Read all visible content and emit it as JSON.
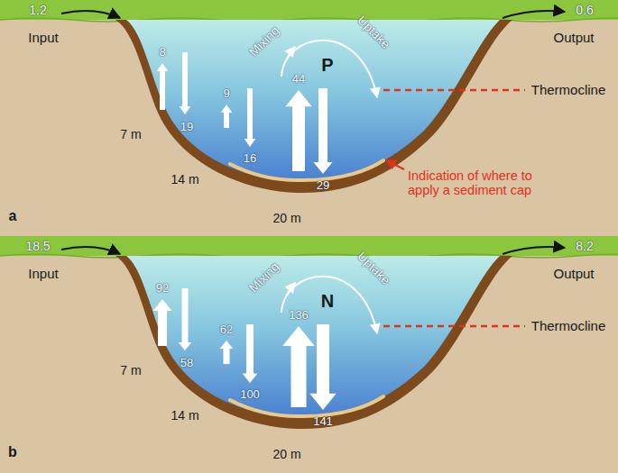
{
  "diagram": {
    "labels": [
      "1.2",
      "0.6",
      "Input",
      "Output",
      "Mixing",
      "Uptake",
      "P",
      "Thermocline",
      "8",
      "9",
      "44",
      "19",
      "16",
      "29",
      "7 m",
      "14 m",
      "20 m",
      "Indication of where to apply a sediment cap",
      "a",
      "18.5",
      "8.2",
      "Input",
      "Output",
      "Mixing",
      "Uptake",
      "N",
      "Thermocline",
      "92",
      "62",
      "136",
      "58",
      "100",
      "141",
      "7 m",
      "14 m",
      "20 m",
      "b"
    ]
  }
}
